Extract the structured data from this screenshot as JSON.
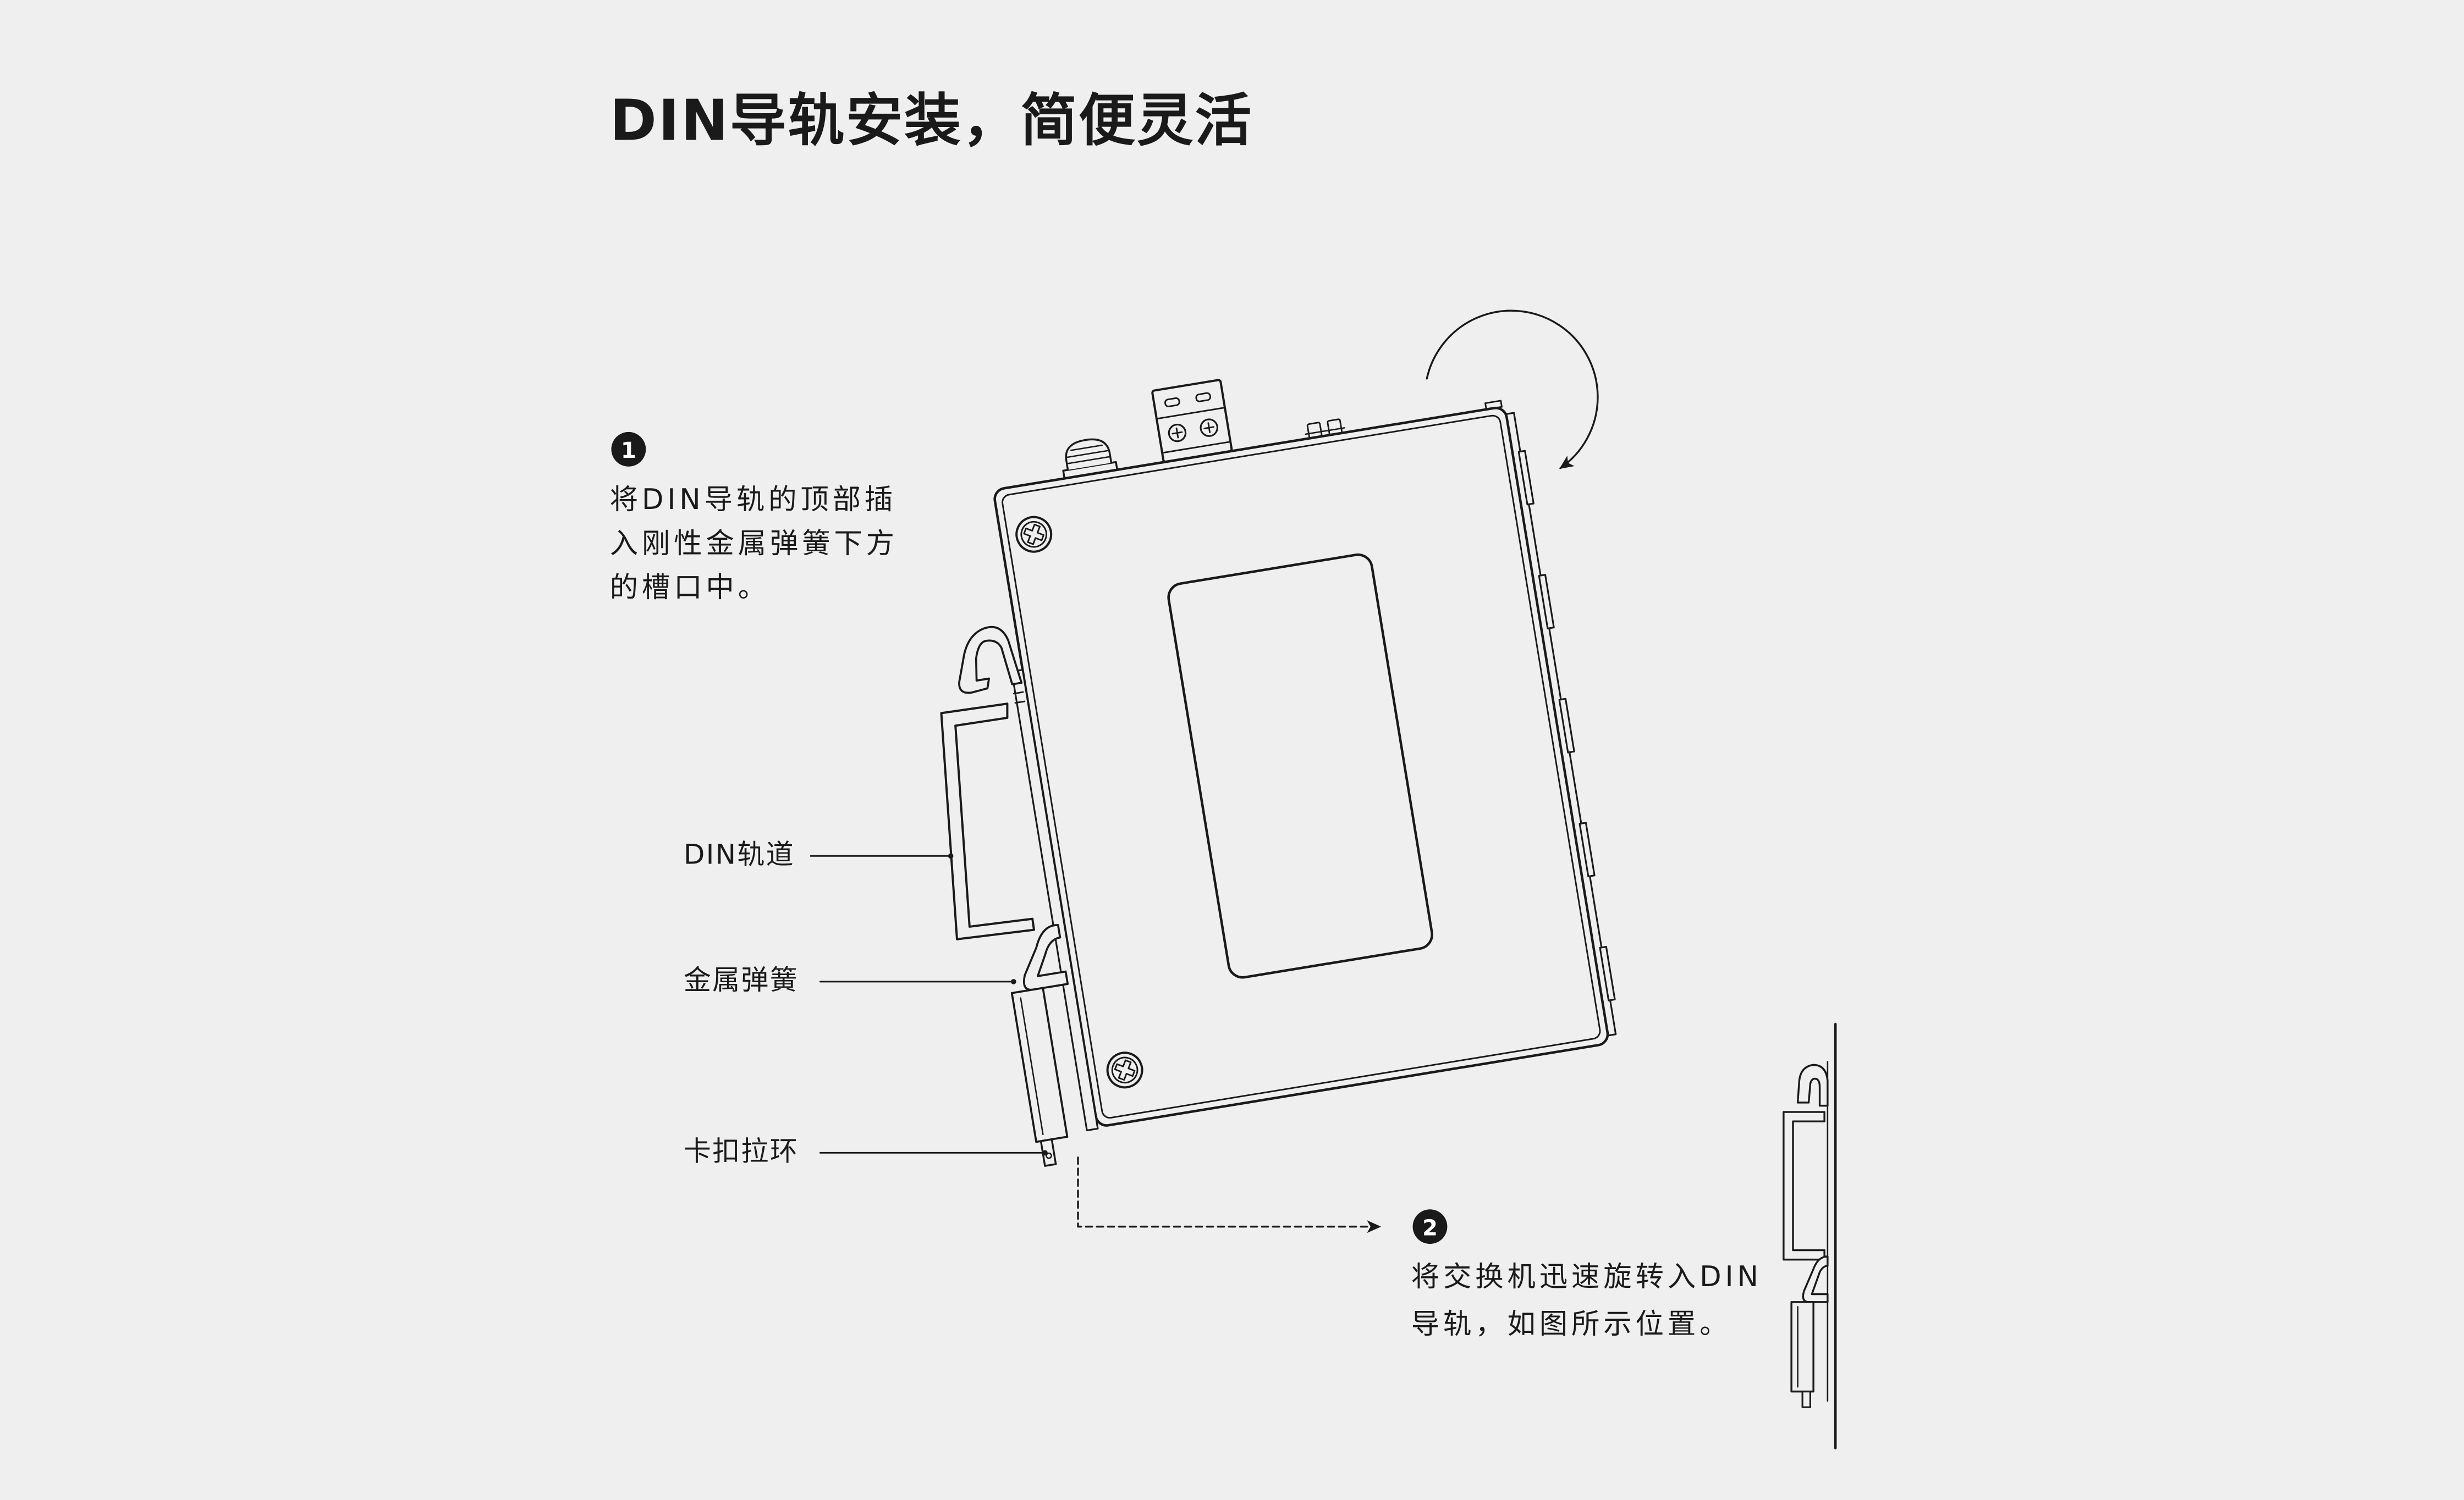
{
  "page": {
    "title": "DIN导轨安装，简便灵活"
  },
  "steps": [
    {
      "number": "1",
      "lines": [
        "将DIN导轨的顶部插",
        "入刚性金属弹簧下方",
        "的槽口中。"
      ]
    },
    {
      "number": "2",
      "lines": [
        "将交换机迅速旋转入DIN",
        "导轨，如图所示位置。"
      ]
    }
  ],
  "callouts": {
    "din_rail": "DIN轨道",
    "metal_spring": "金属弹簧",
    "latch_pull_ring": "卡扣拉环"
  },
  "icons": {
    "step_marker": "numbered-circle-icon",
    "rotation_arrow": "rotate-clockwise-arrow-icon",
    "direction_arrow": "dashed-arrow-right-icon",
    "screw": "screw-icon"
  },
  "colors": {
    "background": "#efefef",
    "ink": "#1a1a1a",
    "marker_text": "#ffffff"
  }
}
